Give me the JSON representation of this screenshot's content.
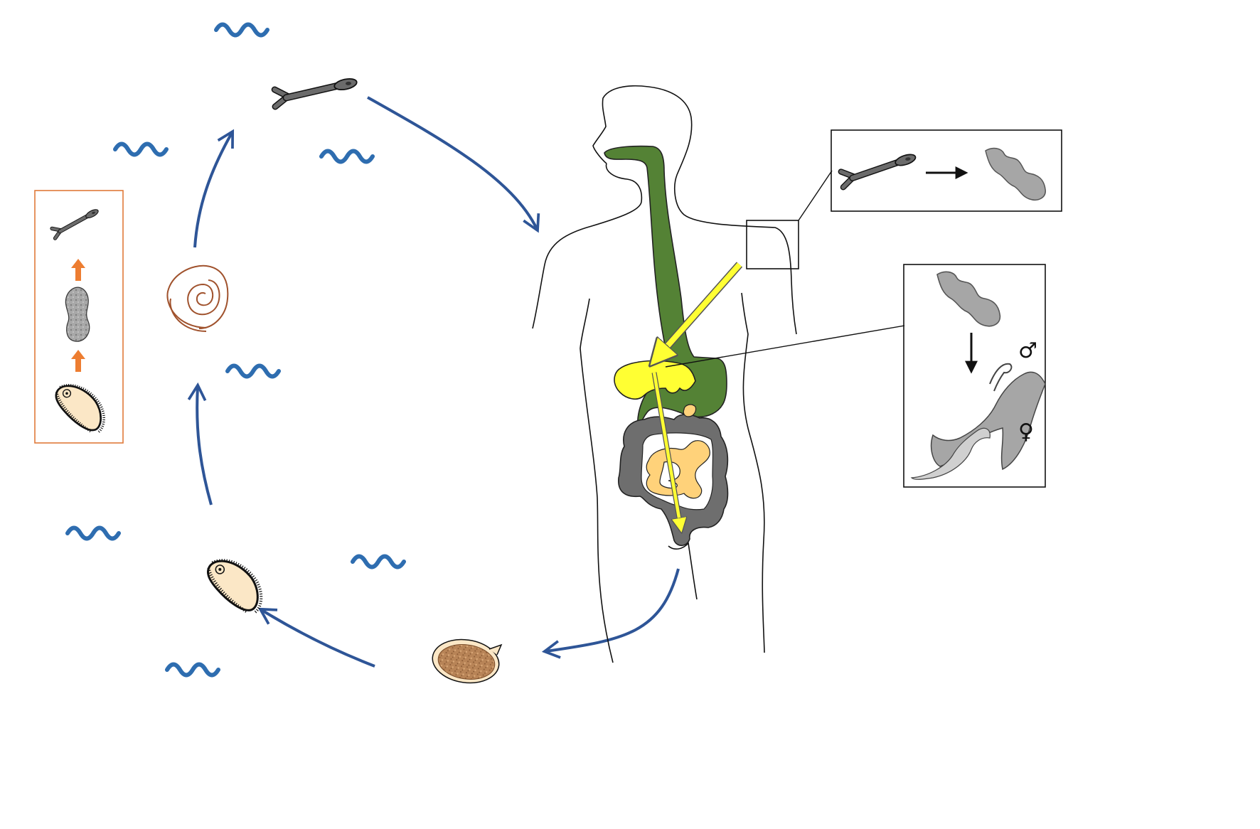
{
  "diagram": {
    "symbols": {
      "male": "♂",
      "female": "♀"
    },
    "colors": {
      "cycle_arrow": "#2e5597",
      "water_wave": "#2e6db0",
      "inset_border_orange": "#e07a3a",
      "inset_arrow_orange": "#ed7d31",
      "digestive_green": "#548235",
      "liver_yellow": "#ffff33",
      "intestine_gray": "#6e6e6e",
      "small_intestine_orange": "#ffd27a",
      "snail_brown": "#a0522d",
      "egg_fill": "#b5835a",
      "miracidium_fill": "#fbe7c6",
      "cercaria_gray": "#6b6b6b",
      "schistosomulum_gray": "#a6a6a6"
    },
    "stages": [
      "cercaria",
      "snail",
      "miracidium",
      "egg",
      "schistosomulum",
      "adult-worm-pair",
      "sporocyst"
    ],
    "icons": [
      "water-wave-icon",
      "cycle-arrow-icon",
      "snail-icon",
      "egg-icon",
      "miracidium-icon",
      "cercaria-icon",
      "sporocyst-icon",
      "schistosomulum-icon",
      "worm-pair-icon",
      "human-body-outline",
      "male-symbol-icon",
      "female-symbol-icon"
    ]
  }
}
